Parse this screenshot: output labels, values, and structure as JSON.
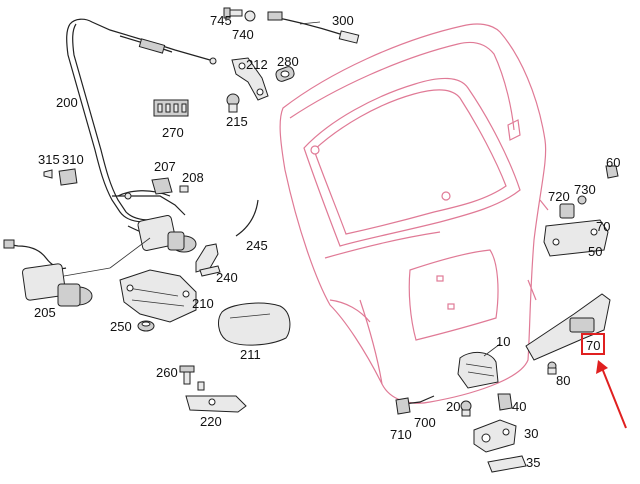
{
  "diagram": {
    "labels": {
      "l745": "745",
      "l740": "740",
      "l300": "300",
      "l212": "212",
      "l280": "280",
      "l200": "200",
      "l215": "215",
      "l270": "270",
      "l315": "315",
      "l310": "310",
      "l207": "207",
      "l208": "208",
      "l60": "60",
      "l730": "730",
      "l720": "720",
      "l70x": "70",
      "l50": "50",
      "l245": "245",
      "l240": "240",
      "l210": "210",
      "l250": "250",
      "l205": "205",
      "l211": "211",
      "l10": "10",
      "l70": "70",
      "l80": "80",
      "l260": "260",
      "l700": "700",
      "l710": "710",
      "l20": "20",
      "l40": "40",
      "l30": "30",
      "l35": "35",
      "l220": "220"
    },
    "highlight": {
      "label": "70",
      "color": "#e02020"
    },
    "gate_outline_color": "#e07a96"
  }
}
